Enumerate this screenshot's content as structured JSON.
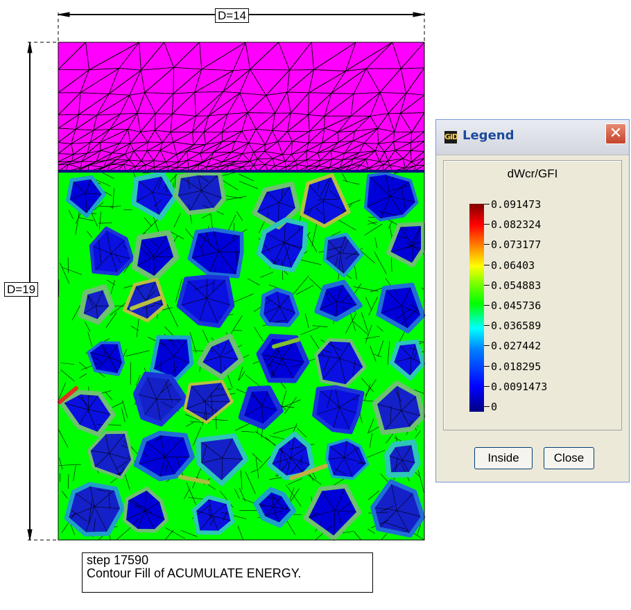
{
  "dimensions": {
    "width_label": "D=14",
    "height_label": "D=19"
  },
  "mesh": {
    "upper_color": "#ff00ff",
    "lower_base_color": "#00ff00",
    "grain_color": "#0000ff",
    "boundary_colors": [
      "#1a33d9",
      "#1f6fd6",
      "#1fa0c8",
      "#2dc6b8",
      "#6fc070",
      "#b8c040"
    ]
  },
  "legend": {
    "title": "Legend",
    "logo": "GiD",
    "close_icon": "close-x-icon",
    "variable": "dWcr/GFI",
    "ticks": [
      "0.091473",
      "0.082324",
      "0.073177",
      "0.06403",
      "0.054883",
      "0.045736",
      "0.036589",
      "0.027442",
      "0.018295",
      "0.0091473",
      "0"
    ],
    "buttons": {
      "inside": "Inside",
      "close": "Close"
    }
  },
  "caption": {
    "line1": "step 17590",
    "line2": "Contour Fill of ACUMULATE ENERGY."
  }
}
